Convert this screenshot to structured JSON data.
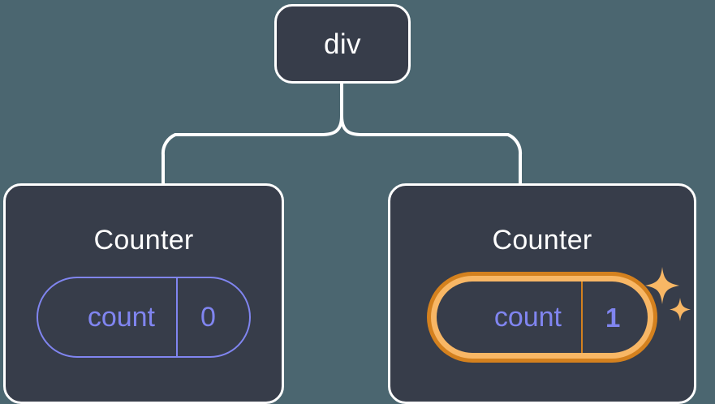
{
  "diagram": {
    "type": "component-tree",
    "background_color": "#4b6670",
    "node_fill_color": "#373d4a",
    "node_border_color": "#ffffff",
    "connector_color": "#ffffff",
    "accent_purple": "#8085f0",
    "accent_orange_outer": "#d4811e",
    "accent_orange_inner": "#f8b765",
    "root": {
      "label": "div"
    },
    "children": [
      {
        "title": "Counter",
        "state": {
          "key": "count",
          "value": "0",
          "highlighted": false
        }
      },
      {
        "title": "Counter",
        "state": {
          "key": "count",
          "value": "1",
          "highlighted": true
        },
        "sparkle_icons": [
          "sparkle-large-icon",
          "sparkle-small-icon"
        ]
      }
    ]
  }
}
